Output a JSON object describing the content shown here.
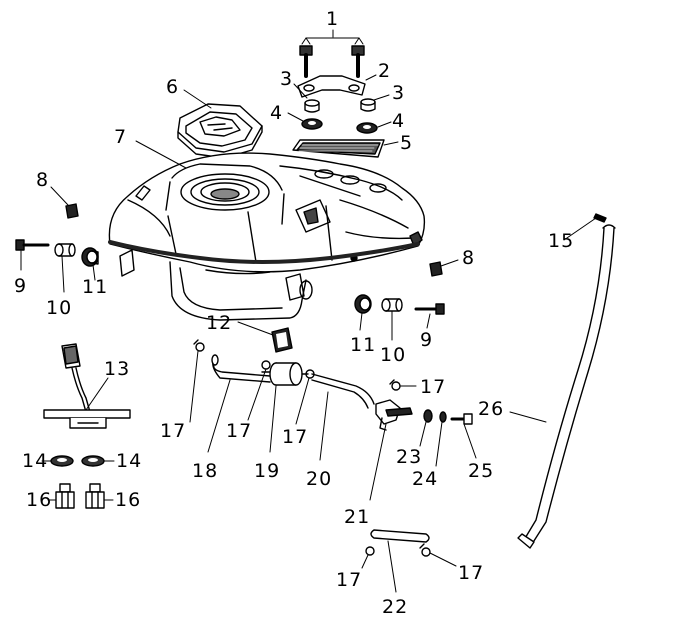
{
  "diagram": {
    "callouts": {
      "c1": "1",
      "c2": "2",
      "c3a": "3",
      "c3b": "3",
      "c4a": "4",
      "c4b": "4",
      "c5": "5",
      "c6": "6",
      "c7": "7",
      "c8a": "8",
      "c8b": "8",
      "c9a": "9",
      "c9b": "9",
      "c10a": "10",
      "c10b": "10",
      "c11a": "11",
      "c11b": "11",
      "c12": "12",
      "c13": "13",
      "c14a": "14",
      "c14b": "14",
      "c15": "15",
      "c16a": "16",
      "c16b": "16",
      "c17a": "17",
      "c17b": "17",
      "c17c": "17",
      "c17d": "17",
      "c17e": "17",
      "c17f": "17",
      "c18": "18",
      "c19": "19",
      "c20": "20",
      "c21": "21",
      "c22": "22",
      "c23": "23",
      "c24": "24",
      "c25": "25",
      "c26": "26"
    }
  }
}
